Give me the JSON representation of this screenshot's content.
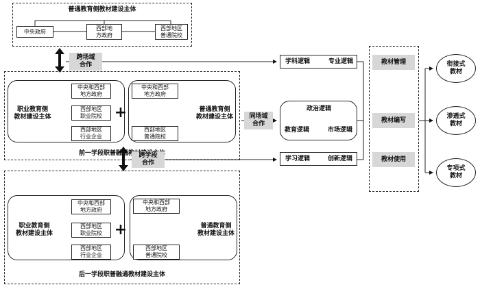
{
  "top": {
    "title": "普通教育侧教材建设主体",
    "nodes": [
      "中央政府",
      "西部地\n方政府",
      "西部地区\n普通院校"
    ]
  },
  "cross_domain": "跨场域\n合作",
  "same_domain": "同场域\n合作",
  "cross_stage": "跨学段\n合作",
  "stage1": {
    "title": "前一学段职普融通教材建设主体",
    "voc_label": "职业教育侧\n教材建设主体",
    "voc_nodes": [
      "中央和西部\n地方政府",
      "西部地区\n职业院校",
      "西部地区\n行业企业"
    ],
    "gen_label": "普通教育侧\n教材建设主体",
    "gen_nodes": [
      "中央和西部\n地方政府",
      "西部地区\n普通院校"
    ],
    "plus": "+"
  },
  "stage2": {
    "title": "后一学段职普融通教材建设主体",
    "voc_label": "职业教育侧\n教材建设主体",
    "voc_nodes": [
      "中央和西部\n地方政府",
      "西部地区\n职业院校",
      "西部地区\n行业企业"
    ],
    "gen_label": "普通教育侧\n教材建设主体",
    "gen_nodes": [
      "中央和西部\n地方政府",
      "西部地区\n普通院校"
    ],
    "plus": "+"
  },
  "logic": {
    "top": {
      "left": "学科逻辑",
      "right": "专业逻辑"
    },
    "mid": {
      "top": "政治逻辑",
      "left": "教育逻辑",
      "right": "市场逻辑"
    },
    "bottom": {
      "left": "学习逻辑",
      "right": "创新逻辑"
    }
  },
  "stages": [
    "教材管理",
    "教材编写",
    "教材使用"
  ],
  "outputs": [
    "衔接式\n教材",
    "渗透式\n教材",
    "专项式\n教材"
  ]
}
